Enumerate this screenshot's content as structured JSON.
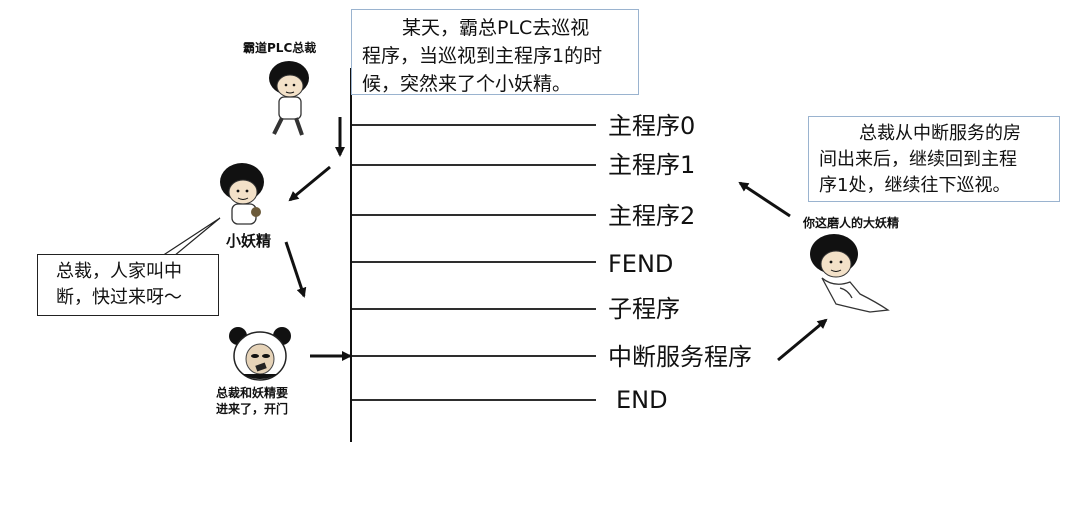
{
  "steps": [
    {
      "label": "主程序0"
    },
    {
      "label": "主程序1"
    },
    {
      "label": "主程序2"
    },
    {
      "label": "FEND"
    },
    {
      "label": "子程序"
    },
    {
      "label": "中断服务程序"
    },
    {
      "label": "END"
    }
  ],
  "story": {
    "top_box": "某天，霸总PLC去巡视程序，当巡视到主程序1的时候，突然来了个小妖精。",
    "top_box_lines": [
      "某天，霸总PLC去巡视",
      "程序，当巡视到主程序1的时",
      "候，突然来了个小妖精。"
    ],
    "speech_lines": [
      "总裁，人家叫中",
      "断，快过来呀～"
    ],
    "right_box_lines": [
      "总裁从中断服务的房",
      "间出来后，继续回到主程",
      "序1处，继续往下巡视。"
    ]
  },
  "characters": {
    "boss": "霸道PLC总裁",
    "fairy": "小妖精",
    "panda_lines": [
      "总裁和妖精要",
      "进来了，开门"
    ],
    "big_fairy": "你这磨人的大妖精"
  }
}
